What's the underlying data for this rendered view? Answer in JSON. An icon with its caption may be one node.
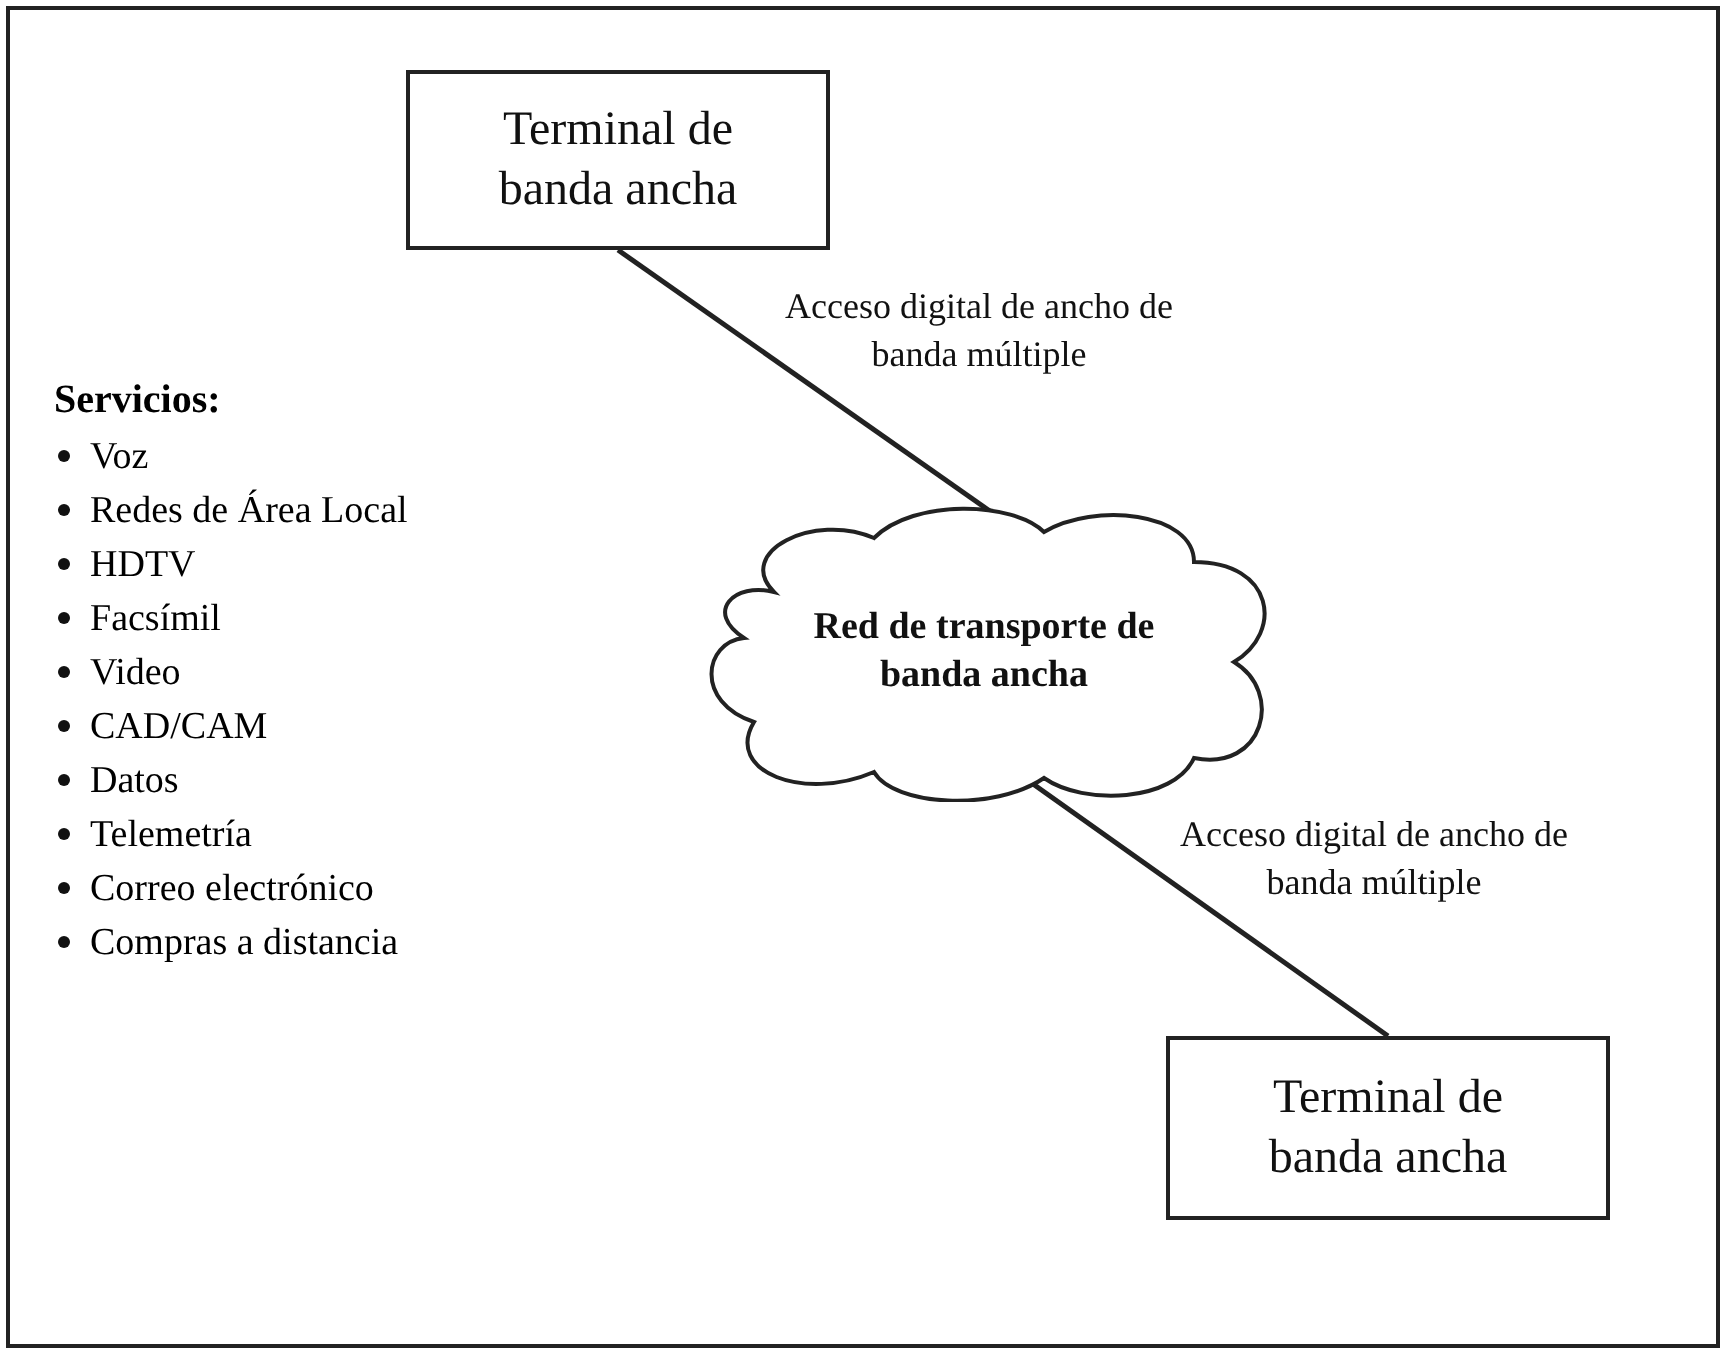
{
  "diagram": {
    "nodes": [
      {
        "text": [
          "Terminal de banda ancha"
        ]
      },
      {
        "text": [
          "Red de transporte de banda ancha"
        ]
      },
      {
        "text": [
          "Terminal de banda ancha"
        ]
      }
    ],
    "edges": [
      {
        "from": 0,
        "to": 1,
        "arrow": "none",
        "label": "Acceso digital de ancho de banda múltiple"
      },
      {
        "from": 1,
        "to": 2,
        "arrow": "none",
        "label": "Acceso digital de ancho de banda múltiple"
      }
    ],
    "labels": [
      "Servicios:",
      "Voz",
      "Redes de Área Local",
      "HDTV",
      "Facsímil",
      "Video",
      "CAD/CAM",
      "Datos",
      "Telemetría",
      "Correo electrónico",
      "Compras a distancia"
    ]
  }
}
